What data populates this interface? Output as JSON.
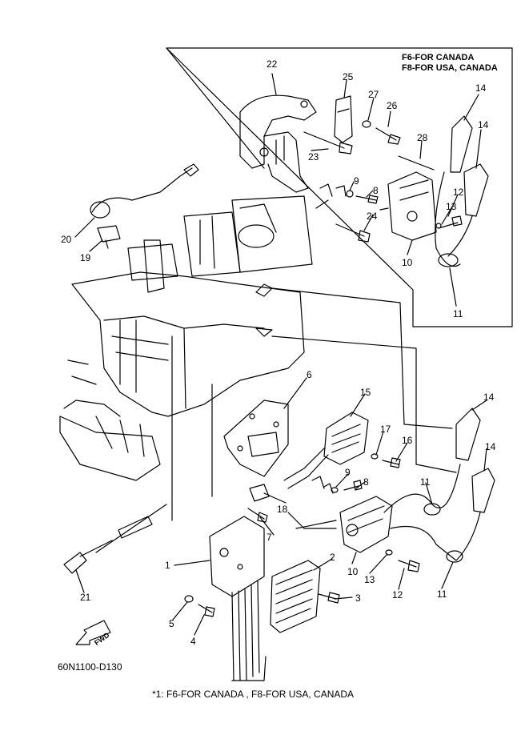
{
  "inset_title": [
    "F6-FOR CANADA",
    "F8-FOR USA, CANADA"
  ],
  "fwd_label": "FWD",
  "diagram_code": "60N1100-D130",
  "footnote": "*1: F6-FOR CANADA , F8-FOR USA, CANADA",
  "callouts": {
    "c22": "22",
    "c25": "25",
    "c27": "27",
    "c26": "26",
    "c14a": "14",
    "c14b": "14",
    "c28": "28",
    "c23": "23",
    "c9a": "9",
    "c8a": "8",
    "c12a": "12",
    "c13a": "13",
    "c24": "24",
    "c10a": "10",
    "c11a": "11",
    "c20": "20",
    "c19": "19",
    "c6": "6",
    "c15": "15",
    "c14c": "14",
    "c17": "17",
    "c16": "16",
    "c14d": "14",
    "c9b": "9",
    "c8b": "8",
    "c11b": "11",
    "c18": "18",
    "c7": "7",
    "c1": "1",
    "c2": "2",
    "c10b": "10",
    "c13b": "13",
    "c12b": "12",
    "c11c": "11",
    "c3": "3",
    "c5": "5",
    "c4": "4",
    "c21": "21"
  }
}
